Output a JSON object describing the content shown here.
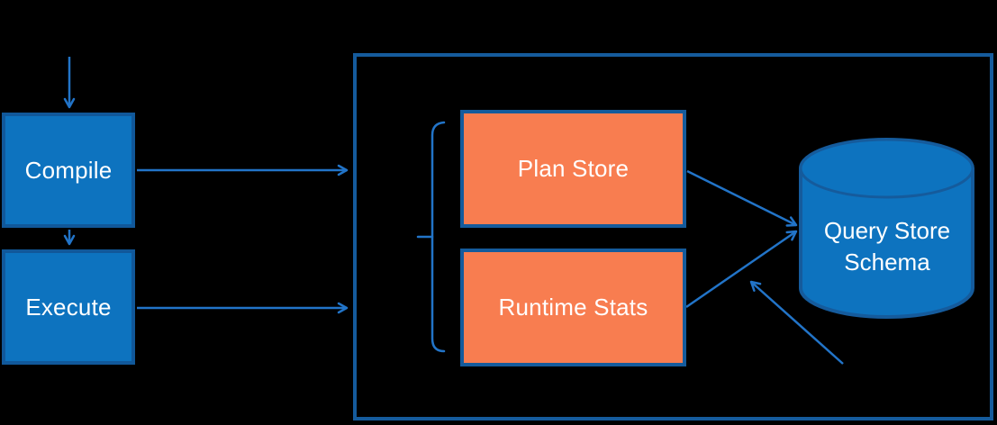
{
  "diagram": {
    "title": "Query Store architecture diagram",
    "nodes": {
      "compile": {
        "label": "Compile"
      },
      "execute": {
        "label": "Execute"
      },
      "plan_store": {
        "label": "Plan Store"
      },
      "runtime_stats": {
        "label": "Runtime Stats"
      },
      "query_store_schema": {
        "label_line1": "Query Store",
        "label_line2": "Schema",
        "shape": "database-cylinder"
      }
    },
    "connections": [
      "inflow -> Compile",
      "Compile -> Execute",
      "Compile -> Query Store region",
      "Execute -> Query Store region",
      "Plan Store -> Query Store Schema",
      "Runtime Stats -> Query Store Schema",
      "annotation arrow -> Runtime Stats flow"
    ],
    "colors": {
      "background": "#000000",
      "node_fill_blue": "#0d73bf",
      "node_fill_orange": "#f87d50",
      "node_border_blue": "#11589a",
      "border_dark_blue": "#155b9c",
      "arrow_blue": "#2274c8",
      "text": "#ffffff"
    }
  }
}
